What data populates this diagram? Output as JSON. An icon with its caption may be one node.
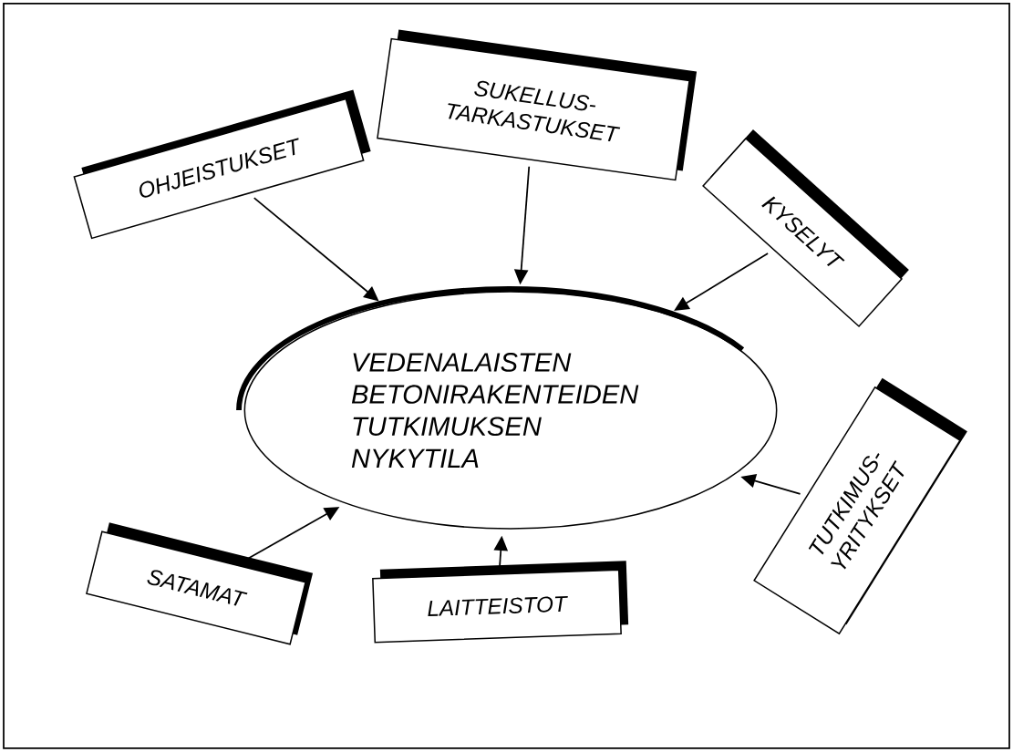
{
  "diagram": {
    "nodes": [
      {
        "text": [
          "VEDENALAISTEN BETONIRAKENTEIDEN TUTKIMUKSEN NYKYTILA"
        ]
      },
      {
        "text": [
          "OHJEISTUKSET"
        ]
      },
      {
        "text": [
          "SUKELLUS- TARKASTUKSET"
        ]
      },
      {
        "text": [
          "KYSELYT"
        ]
      },
      {
        "text": [
          "TUTKIMUS- YRITYKSET"
        ]
      },
      {
        "text": [
          "LAITTEISTOT"
        ]
      },
      {
        "text": [
          "SATAMAT"
        ]
      }
    ],
    "edges": [
      {
        "from": 1,
        "to": 0,
        "arrow": "to"
      },
      {
        "from": 2,
        "to": 0,
        "arrow": "to"
      },
      {
        "from": 3,
        "to": 0,
        "arrow": "to"
      },
      {
        "from": 4,
        "to": 0,
        "arrow": "to"
      },
      {
        "from": 5,
        "to": 0,
        "arrow": "to"
      },
      {
        "from": 6,
        "to": 0,
        "arrow": "to"
      }
    ]
  }
}
